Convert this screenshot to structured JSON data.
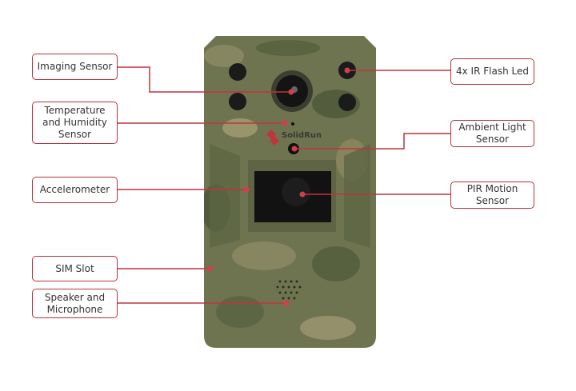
{
  "brand": "SolidRun",
  "accent_color": "#c0343c",
  "callouts": {
    "left": [
      {
        "label": "Imaging Sensor"
      },
      {
        "label": "Temperature and Humidity Sensor"
      },
      {
        "label": "Accelerometer"
      },
      {
        "label": "SIM Slot"
      },
      {
        "label": "Speaker and Microphone"
      }
    ],
    "right": [
      {
        "label": "4x IR Flash Led"
      },
      {
        "label": "Ambient Light Sensor"
      },
      {
        "label": "PIR Motion Sensor"
      }
    ]
  }
}
